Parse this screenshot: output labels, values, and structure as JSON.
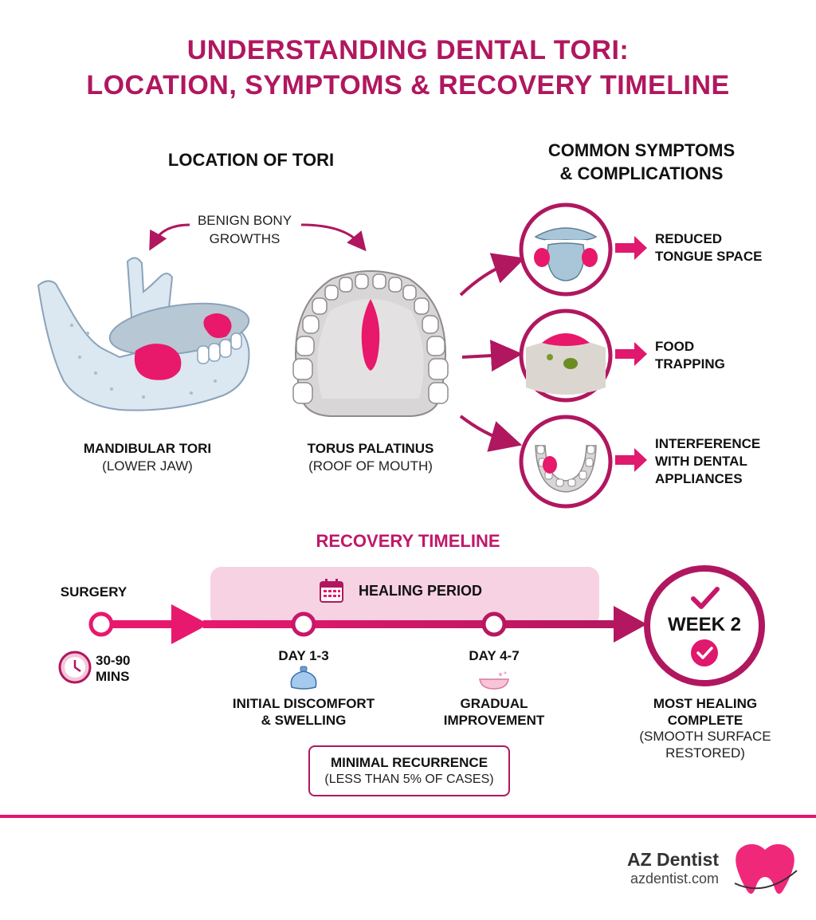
{
  "title": {
    "line1": "UNDERSTANDING DENTAL TORI:",
    "line2": "LOCATION, SYMPTOMS & RECOVERY TIMELINE"
  },
  "location": {
    "heading": "LOCATION OF TORI",
    "note_line1": "BENIGN BONY",
    "note_line2": "GROWTHS",
    "mandibular_name": "MANDIBULAR TORI",
    "mandibular_sub": "(LOWER JAW)",
    "palatinus_name": "TORUS PALATINUS",
    "palatinus_sub": "(ROOF OF MOUTH)"
  },
  "symptoms": {
    "heading_line1": "COMMON SYMPTOMS",
    "heading_line2": "& COMPLICATIONS",
    "items": [
      {
        "line1": "REDUCED",
        "line2": "TONGUE SPACE",
        "line3": ""
      },
      {
        "line1": "FOOD",
        "line2": "TRAPPING",
        "line3": ""
      },
      {
        "line1": "INTERFERENCE",
        "line2": "WITH DENTAL",
        "line3": "APPLIANCES"
      }
    ]
  },
  "timeline": {
    "heading": "RECOVERY TIMELINE",
    "healing_label": "HEALING PERIOD",
    "surgery_label": "SURGERY",
    "surgery_time_line1": "30-90",
    "surgery_time_line2": "MINS",
    "day1_label": "DAY 1-3",
    "day1_desc_line1": "INITIAL DISCOMFORT",
    "day1_desc_line2": "& SWELLING",
    "day4_label": "DAY 4-7",
    "day4_desc_line1": "GRADUAL",
    "day4_desc_line2": "IMPROVEMENT",
    "week_label": "WEEK 2",
    "week_desc_line1": "MOST HEALING",
    "week_desc_line2": "COMPLETE",
    "week_desc_line3": "(SMOOTH SURFACE",
    "week_desc_line4": "RESTORED)",
    "recurrence_line1": "MINIMAL RECURRENCE",
    "recurrence_line2": "(LESS THAN 5% OF CASES)"
  },
  "footer": {
    "brand": "AZ Dentist",
    "url": "azdentist.com"
  },
  "colors": {
    "accent": "#e0186e",
    "title": "#b0175f",
    "tori_pink": "#e8186a",
    "healing_bg": "#f7d2e2"
  }
}
